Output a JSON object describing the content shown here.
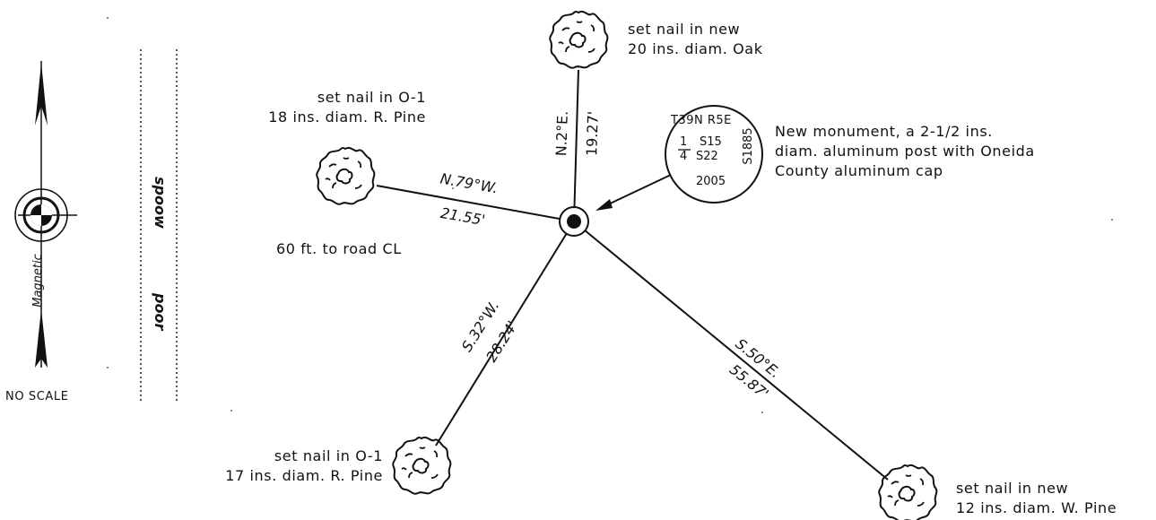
{
  "colors": {
    "ink": "#111111",
    "paper": "#ffffff"
  },
  "north_arrow": {
    "label": "Magnetic",
    "scale_text": "NO SCALE"
  },
  "road": {
    "left_word": "poor",
    "right_word": "spoow"
  },
  "monument": {
    "description_lines": [
      "New monument, a 2-1/2 ins.",
      "diam. aluminum post with Oneida",
      "County aluminum cap"
    ],
    "cap": {
      "top": "T39N R5E",
      "fraction_num": "1",
      "fraction_den": "4",
      "sec1": "S15",
      "sec2": "S22",
      "side": "S1885",
      "year": "2005"
    }
  },
  "road_note": "60 ft. to road CL",
  "witness_trees": [
    {
      "id": "oak",
      "lines": [
        "set nail in new",
        "20 ins. diam. Oak"
      ],
      "bearing": "N.2°E.",
      "distance": "19.27'",
      "icon": "tree-icon"
    },
    {
      "id": "red-pine-18",
      "lines": [
        "set nail in O-1",
        "18 ins. diam. R. Pine"
      ],
      "bearing": "N.79°W.",
      "distance": "21.55'",
      "icon": "tree-icon"
    },
    {
      "id": "red-pine-17",
      "lines": [
        "set nail in O-1",
        "17 ins. diam. R. Pine"
      ],
      "bearing": "S.32°W.",
      "distance": "28.24'",
      "icon": "tree-icon"
    },
    {
      "id": "white-pine",
      "lines": [
        "set nail in new",
        "12 ins. diam. W. Pine"
      ],
      "bearing": "S.50°E.",
      "distance": "55.87'",
      "icon": "tree-icon"
    }
  ]
}
